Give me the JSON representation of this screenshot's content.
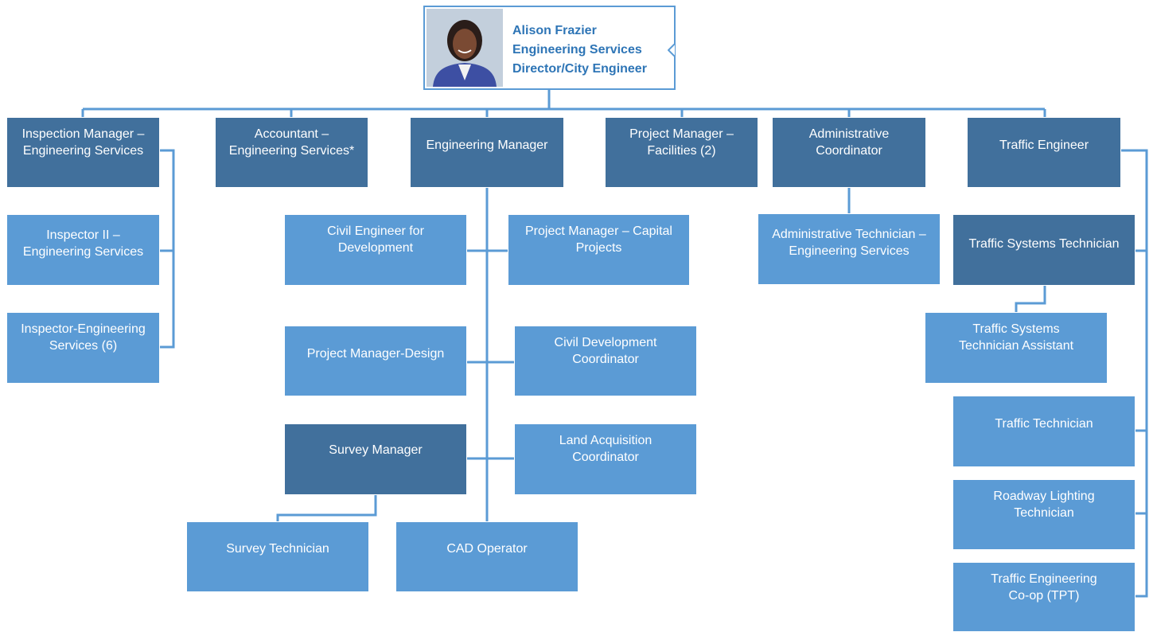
{
  "head": {
    "name": "Alison Frazier",
    "title_line1": "Engineering Services",
    "title_line2": "Director/City Engineer"
  },
  "level1": {
    "inspection_manager": [
      "Inspection Manager –",
      "Engineering Services"
    ],
    "accountant": [
      "Accountant –",
      "Engineering Services*"
    ],
    "engineering_manager": [
      "Engineering Manager"
    ],
    "project_manager_facilities": [
      "Project Manager –",
      "Facilities (2)"
    ],
    "administrative_coordinator": [
      "Administrative",
      "Coordinator"
    ],
    "traffic_engineer": [
      "Traffic Engineer"
    ]
  },
  "inspection": {
    "inspector_ii": [
      "Inspector II –",
      "Engineering Services"
    ],
    "inspector_engineering": [
      "Inspector-Engineering",
      "Services (6)"
    ]
  },
  "engineering": {
    "civil_engineer_dev": [
      "Civil Engineer for",
      "Development"
    ],
    "pm_capital": [
      "Project Manager – Capital",
      "Projects"
    ],
    "pm_design": [
      "Project Manager-Design"
    ],
    "civil_dev_coord": [
      "Civil Development",
      "Coordinator"
    ],
    "survey_manager": [
      "Survey Manager"
    ],
    "land_acq": [
      "Land Acquisition",
      "Coordinator"
    ],
    "survey_tech": [
      "Survey Technician"
    ],
    "cad_operator": [
      "CAD Operator"
    ]
  },
  "admin": {
    "admin_tech": [
      "Administrative Technician –",
      "Engineering Services"
    ]
  },
  "traffic": {
    "traffic_systems_tech": [
      "Traffic Systems Technician"
    ],
    "traffic_systems_asst": [
      "Traffic Systems",
      "Technician Assistant"
    ],
    "traffic_tech": [
      "Traffic Technician"
    ],
    "roadway_lighting": [
      "Roadway Lighting",
      "Technician"
    ],
    "traffic_coop": [
      "Traffic Engineering",
      "Co-op (TPT)"
    ]
  },
  "colors": {
    "dark_box": "#41709c",
    "light_box": "#5b9bd5",
    "connector": "#5b9bd5",
    "head_text": "#2e75b6"
  }
}
